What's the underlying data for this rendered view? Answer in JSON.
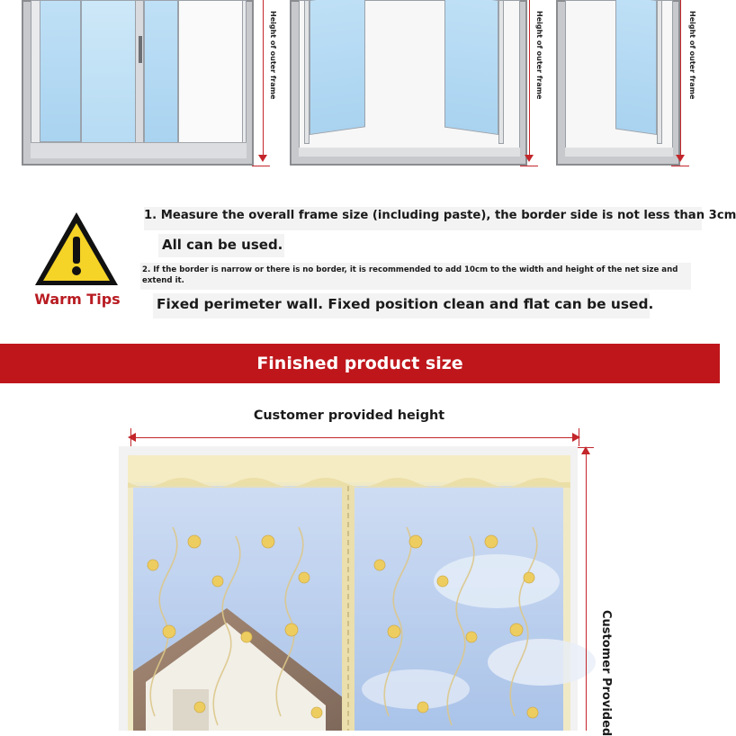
{
  "diagram_labels": {
    "window1_dim_label": "Height of outer frame",
    "window2_dim_label": "Height of outer frame",
    "window3_dim_label": "Height of outer frame"
  },
  "warm_tips": {
    "label": "Warm Tips",
    "tip1": "1. Measure the overall frame size (including paste), the border side is not less than 3cm",
    "tip2": "All can be used.",
    "tip3": "2. If the border is narrow or there is no border, it is recommended to add 10cm to the width and height of the net size and extend it.",
    "tip4": "Fixed perimeter wall. Fixed position clean and flat can be used."
  },
  "section": {
    "title": "Finished product size"
  },
  "product": {
    "top_label": "Customer provided height",
    "side_label": "Customer Provided"
  },
  "colors": {
    "accent_red": "#bf161b",
    "warning_yellow": "#f5d327",
    "glass_blue": "#bfe0f6",
    "frame_gray": "#c8c9cc"
  }
}
